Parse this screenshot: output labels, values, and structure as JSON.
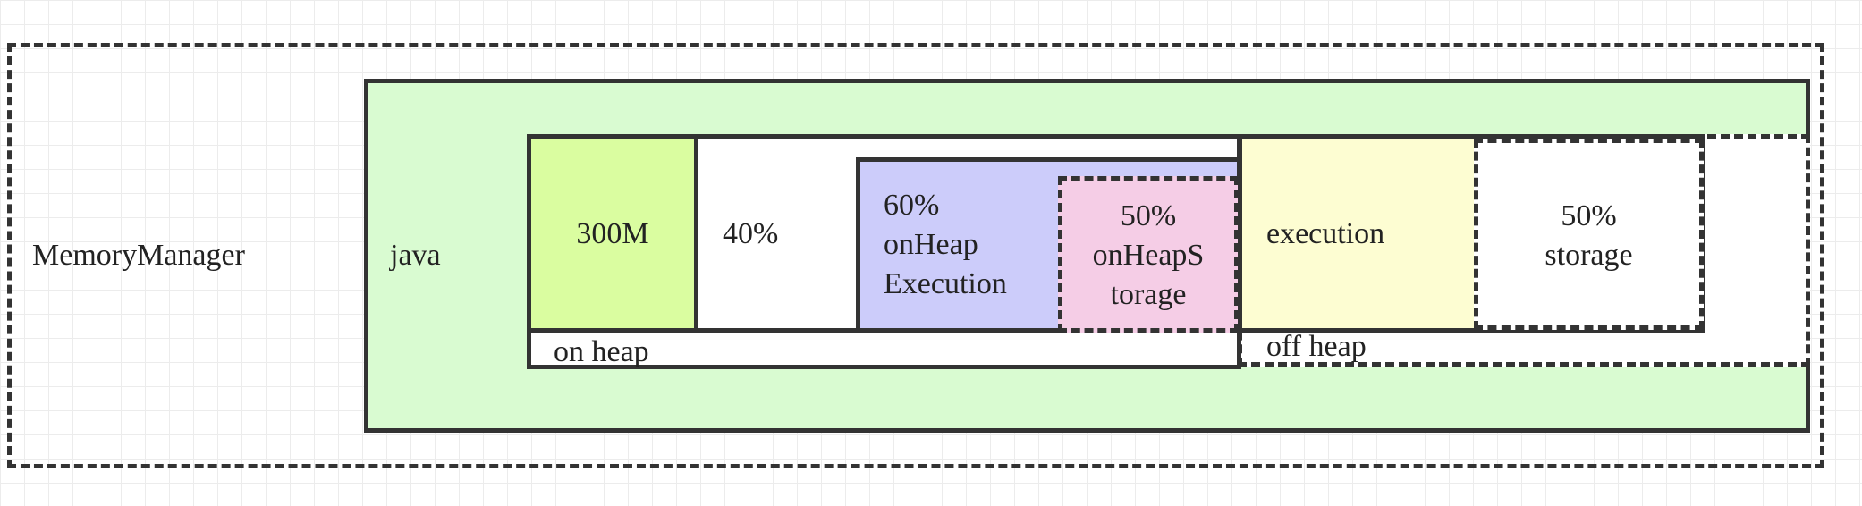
{
  "diagram": {
    "memory_manager": "MemoryManager",
    "java": "java",
    "fixed_300m": "300M",
    "pct_40": "40%",
    "on_heap_execution": [
      "60%",
      "onHeap",
      "Execution"
    ],
    "on_heap_storage": [
      "50%",
      "onHeapS",
      "torage"
    ],
    "on_heap": "on heap",
    "off_heap_execution": "execution",
    "off_heap_storage": [
      "50%",
      "storage"
    ],
    "off_heap": "off heap"
  },
  "colors": {
    "java_bg": "#d9fbd1",
    "fixed_300m_bg": "#dafda0",
    "on_heap_execution_bg": "#ccccfa",
    "on_heap_storage_bg": "#f5cde6",
    "off_heap_execution_bg": "#fdfdd2"
  }
}
